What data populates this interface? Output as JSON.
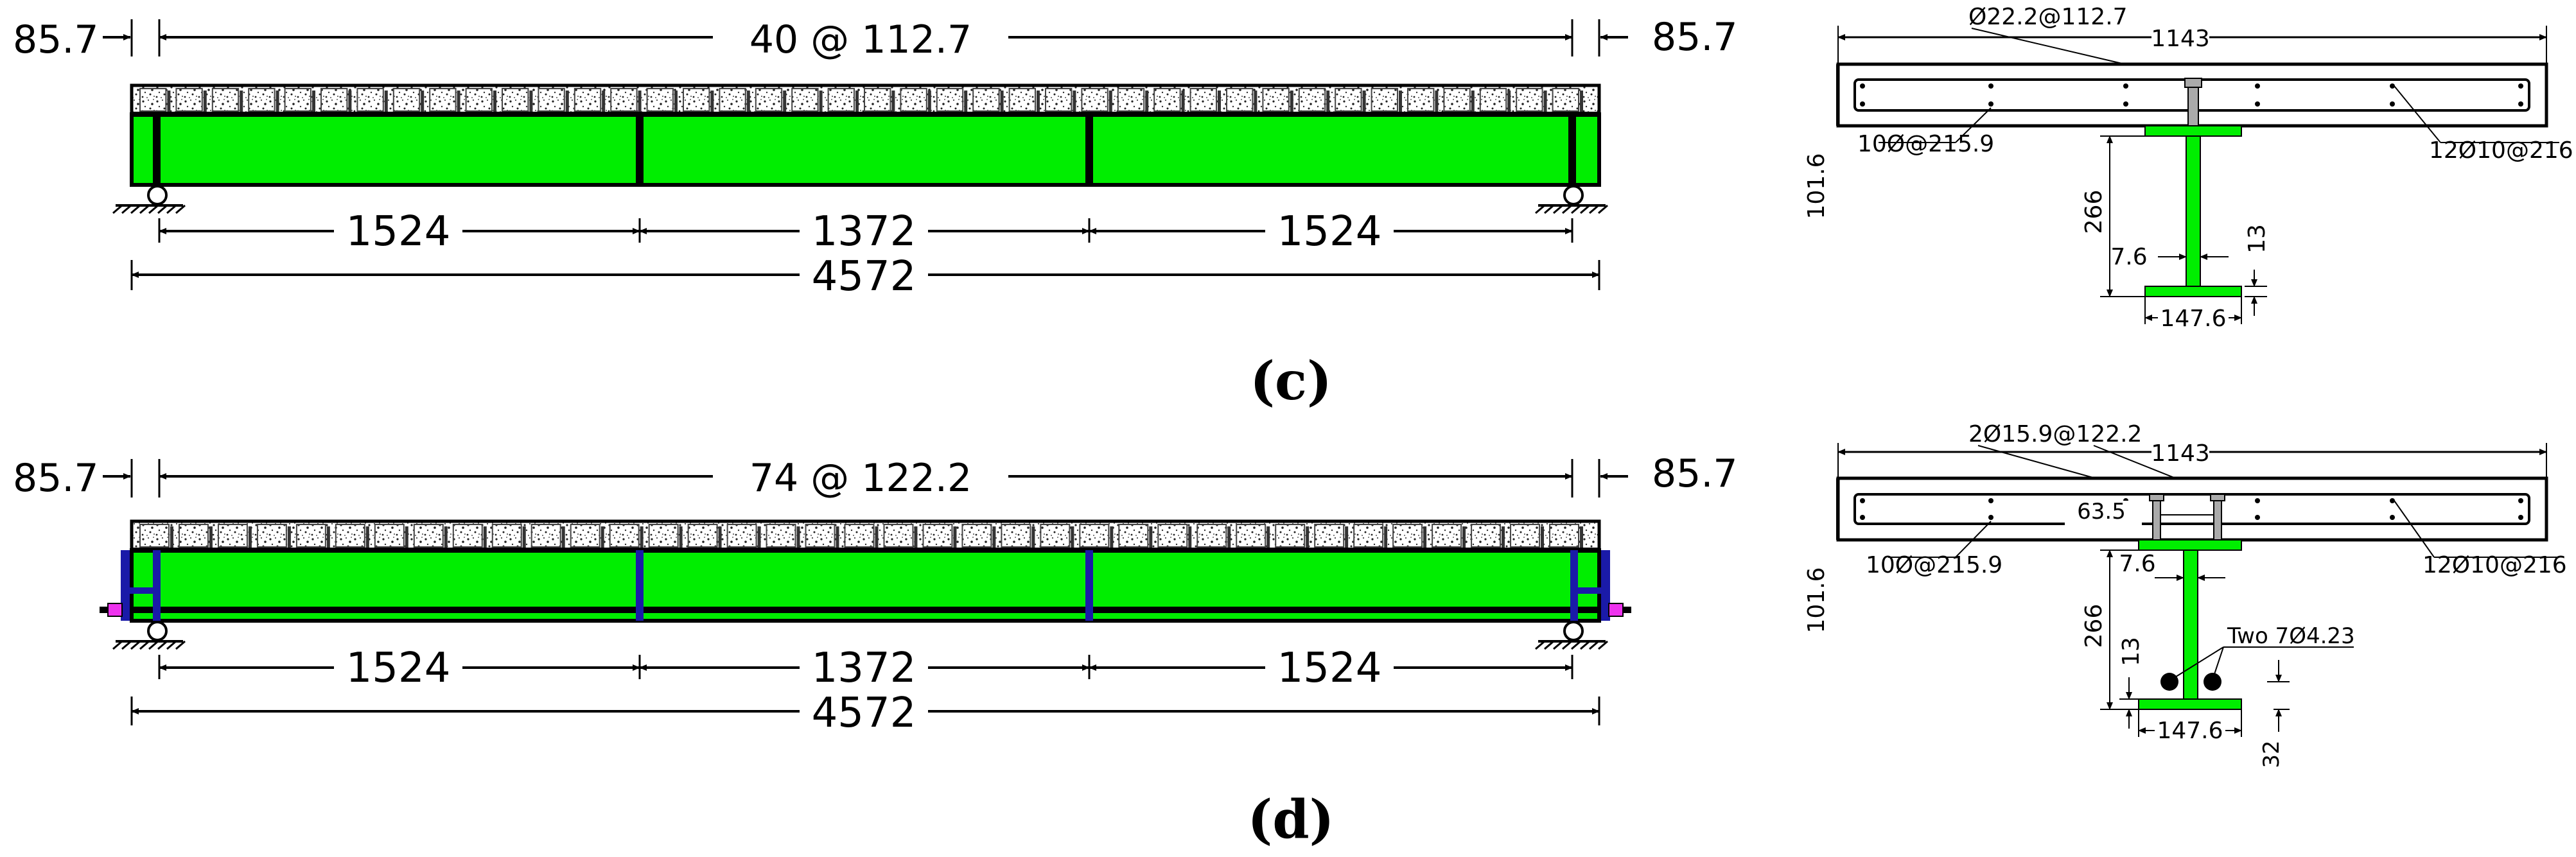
{
  "panel_c": {
    "caption": "(c)",
    "elevation": {
      "left_end": "85.7",
      "right_end": "85.7",
      "stud_spacing": "40 @ 112.7",
      "span_left": "1524",
      "span_mid": "1372",
      "span_right": "1524",
      "total_length": "4572",
      "stud_count": 40
    },
    "section": {
      "studs": "Ø22.2@112.7",
      "slab_width": "1143",
      "slab_depth": "101.6",
      "transverse_bars": "10Ø@215.9",
      "longitudinal_bars": "12Ø10@216",
      "steel_depth": "266",
      "web_thickness": "7.6",
      "flange_thickness": "13",
      "flange_width": "147.6"
    }
  },
  "panel_d": {
    "caption": "(d)",
    "elevation": {
      "left_end": "85.7",
      "right_end": "85.7",
      "stud_spacing": "74 @ 122.2",
      "span_left": "1524",
      "span_mid": "1372",
      "span_right": "1524",
      "total_length": "4572",
      "stud_count": 37
    },
    "section": {
      "studs": "2Ø15.9@122.2",
      "slab_width": "1143",
      "stud_gap": "63.5",
      "slab_depth": "101.6",
      "transverse_bars": "10Ø@215.9",
      "longitudinal_bars": "12Ø10@216",
      "steel_depth": "266",
      "web_thickness": "7.6",
      "tendons": "Two 7Ø4.23",
      "flange_thickness": "13",
      "flange_width": "147.6",
      "tendon_offset": "32"
    }
  },
  "colors": {
    "steel": "#00ee00",
    "stiffener_post": "#1a1aa8",
    "anchor": "#ee33ee",
    "line": "#000000"
  }
}
